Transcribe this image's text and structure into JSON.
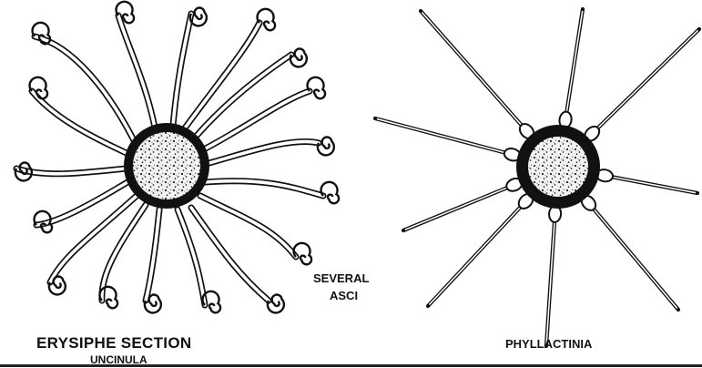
{
  "labels": {
    "left_title": "ERYSIPHE SECTION",
    "left_subtitle": "UNCINULA",
    "middle_line1": "SEVERAL",
    "middle_line2": "ASCI",
    "right_title": "PHYLLACTINIA"
  },
  "colors": {
    "ink": "#111111",
    "paper": "#ffffff"
  }
}
